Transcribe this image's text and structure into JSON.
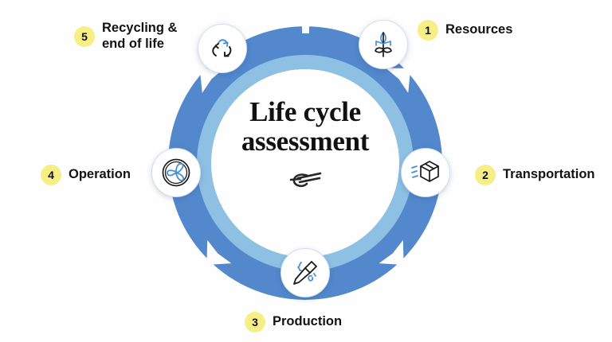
{
  "center": {
    "title_line1": "Life cycle",
    "title_line2": "assessment",
    "flourish_icon": "calligraphic-flourish-ornament"
  },
  "theme": {
    "ring_outer_color": "#5288cc",
    "ring_inner_color": "#8ec0e4",
    "badge_color": "#f7ef86",
    "text_color": "#131313",
    "icon_accent_color": "#4a8fd6",
    "icon_dark_color": "#1a1a1a",
    "background": "#fefefe"
  },
  "cycle": {
    "direction": "clockwise",
    "arrow_count": 4,
    "steps": [
      {
        "number": "1",
        "label": "Resources",
        "icon": "wheat-plant-icon",
        "position": "top-right"
      },
      {
        "number": "2",
        "label": "Transportation",
        "icon": "moving-box-icon",
        "position": "right"
      },
      {
        "number": "3",
        "label": "Production",
        "icon": "screwdriver-tool-icon",
        "position": "bottom"
      },
      {
        "number": "4",
        "label": "Operation",
        "icon": "turbine-fan-icon",
        "position": "left"
      },
      {
        "number": "5",
        "label": "Recycling &\nend of life",
        "icon": "recycling-arrows-icon",
        "position": "top-left"
      }
    ]
  }
}
